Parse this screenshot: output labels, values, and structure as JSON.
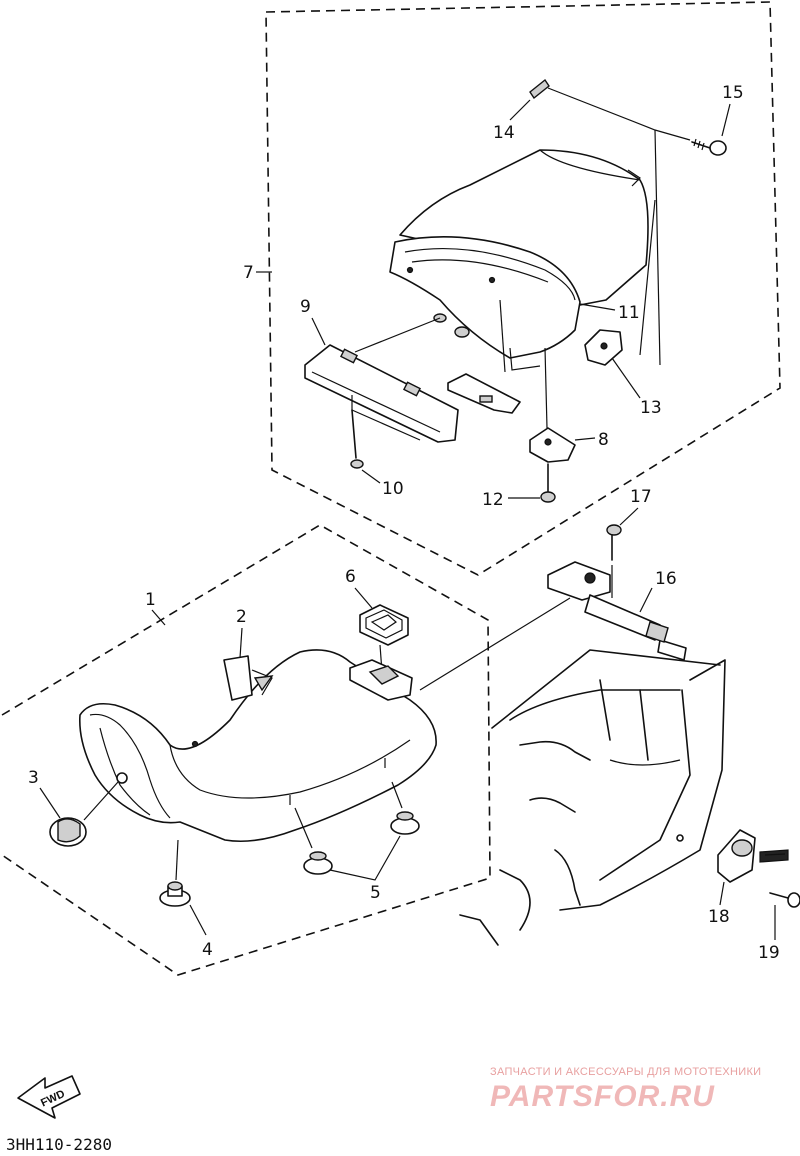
{
  "callouts": {
    "c1": "1",
    "c2": "2",
    "c3": "3",
    "c4": "4",
    "c5": "5",
    "c6": "6",
    "c7": "7",
    "c8": "8",
    "c9": "9",
    "c10": "10",
    "c11": "11",
    "c12": "12",
    "c13": "13",
    "c14": "14",
    "c15": "15",
    "c16": "16",
    "c17": "17",
    "c18": "18",
    "c19": "19"
  },
  "fwd_arrow": {
    "label": "FWD"
  },
  "diagram_code": "3HH110-2280",
  "watermark": {
    "tagline": "ЗАПЧАСТИ И АКСЕССУАРЫ ДЛЯ МОТОТЕХНИКИ",
    "brand": "PARTSFOR.RU",
    "color": "#e8a0a0"
  }
}
